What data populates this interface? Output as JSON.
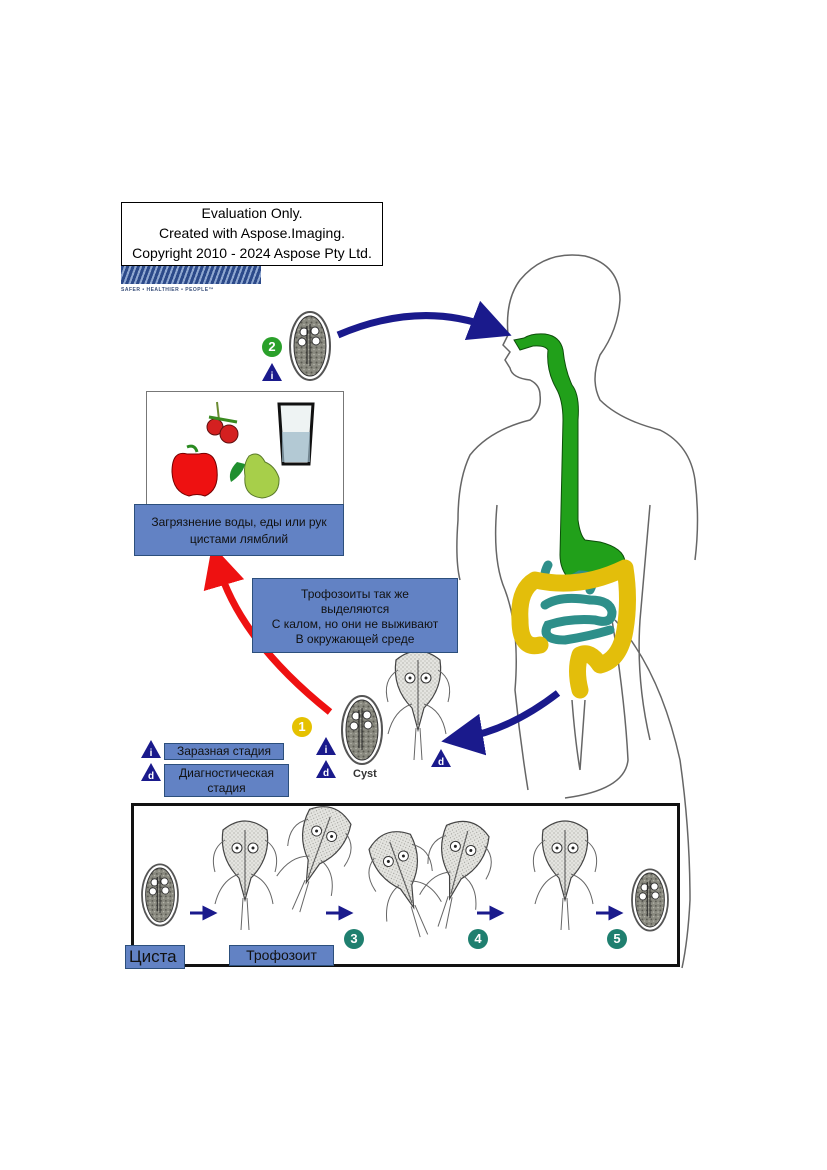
{
  "watermark": {
    "line1": "Evaluation Only.",
    "line2": "Created with Aspose.Imaging.",
    "line3": "Copyright 2010 - 2024 Aspose Pty Ltd."
  },
  "logo": {
    "tagline": "SAFER • HEALTHIER • PEOPLE™"
  },
  "stages": {
    "step1": "1",
    "step2": "2",
    "step3": "3",
    "step4": "4",
    "step5": "5"
  },
  "icons": {
    "infective": "i",
    "diagnostic": "d"
  },
  "labels": {
    "contamination_line1": "Загрязнение  воды, еды  или  рук",
    "contamination_line2": "цистами лямблий",
    "trophozoites_line1": "Трофозоиты   так же",
    "trophozoites_line2": "выделяются",
    "trophozoites_line3": "С калом, но они не выживают",
    "trophozoites_line4": "В окружающей среде",
    "infective_stage": "Заразная   стадия",
    "diagnostic_stage_line1": "Диагностическая",
    "diagnostic_stage_line2": "стадия",
    "cyst_en": "Cyst",
    "cyst_ru": "Циста",
    "trophozoite_ru": "Трофозоит"
  },
  "colors": {
    "label_fill": "#6282c4",
    "label_border": "#2c4f7c",
    "arrow_blue": "#1a1a8c",
    "arrow_red": "#ee1111",
    "esophagus_green": "#21a01a",
    "small_intestine_teal": "#2e8f8a",
    "colon_yellow": "#e3be0b",
    "step_green": "#2aa02a",
    "step_yellow": "#e5c100",
    "step_teal": "#1f7f6f"
  }
}
